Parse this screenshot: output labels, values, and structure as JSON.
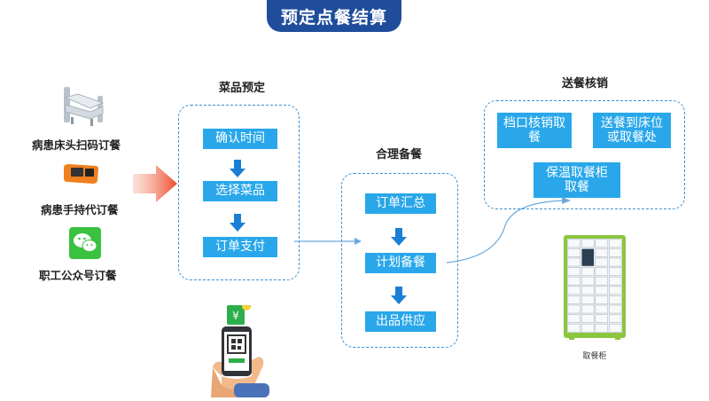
{
  "title": "预定点餐结算",
  "sources": [
    {
      "label": "病患床头扫码订餐",
      "icon": "hospital-bed-icon"
    },
    {
      "label": "病患手持代订餐",
      "icon": "handheld-pos-icon"
    },
    {
      "label": "职工公众号订餐",
      "icon": "wechat-icon"
    }
  ],
  "groups": {
    "menu_booking": {
      "title": "菜品预定",
      "steps": [
        "确认时间",
        "选择菜品",
        "订单支付"
      ]
    },
    "preparation": {
      "title": "合理备餐",
      "steps": [
        "订单汇总",
        "计划备餐",
        "出品供应"
      ]
    },
    "delivery": {
      "title": "送餐核销",
      "steps": [
        "档口核销取餐",
        "送餐到床位或取餐处",
        "保温取餐柜取餐"
      ]
    }
  },
  "icons": {
    "qr_pay": "qr-payment-phone-icon",
    "yuan_symbol": "¥",
    "cabinet": "food-locker-cabinet-icon"
  },
  "cabinet_caption": "取餐柜",
  "colors": {
    "title_bg": "#1f4d9b",
    "step_bg": "#29a7ea",
    "arrow_blue": "#1b7fd6",
    "dash": "#3d8fcf",
    "wechat_green": "#3ac140",
    "cabinet_green": "#8cc63f"
  }
}
